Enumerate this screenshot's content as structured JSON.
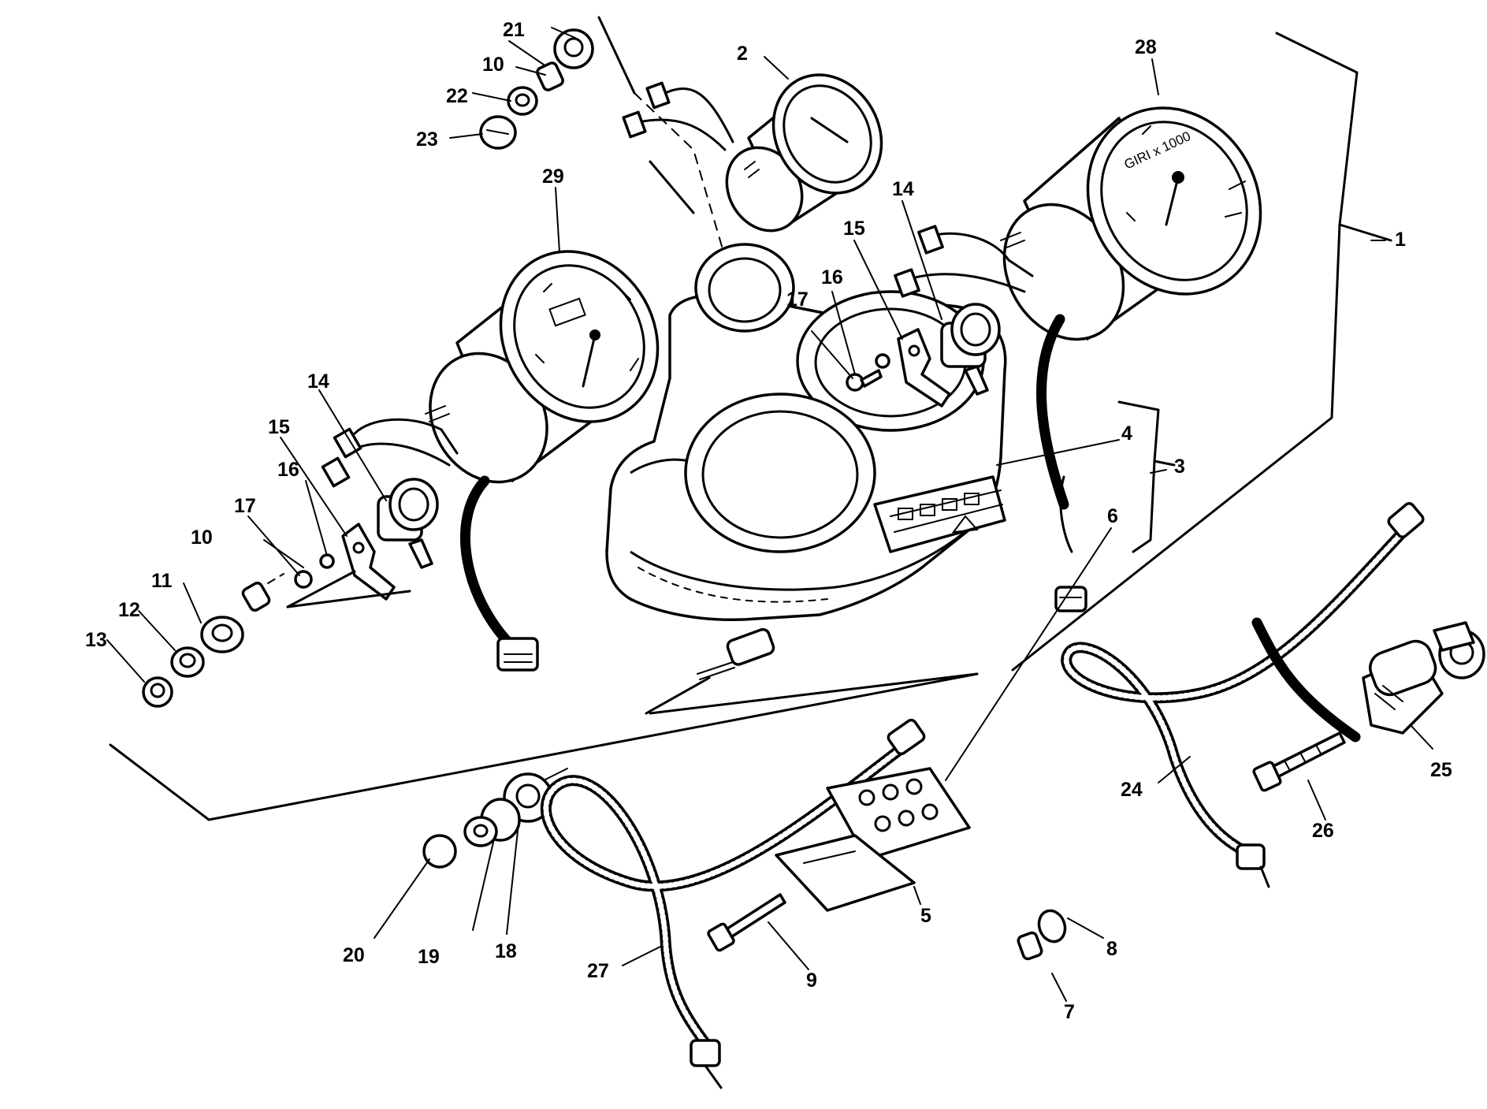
{
  "callouts": [
    {
      "id": "c1",
      "text": "1"
    },
    {
      "id": "c2",
      "text": "2"
    },
    {
      "id": "c3",
      "text": "3"
    },
    {
      "id": "c4",
      "text": "4"
    },
    {
      "id": "c5",
      "text": "5"
    },
    {
      "id": "c6",
      "text": "6"
    },
    {
      "id": "c7",
      "text": "7"
    },
    {
      "id": "c8",
      "text": "8"
    },
    {
      "id": "c9",
      "text": "9"
    },
    {
      "id": "c10a",
      "text": "10"
    },
    {
      "id": "c10b",
      "text": "10"
    },
    {
      "id": "c11",
      "text": "11"
    },
    {
      "id": "c12",
      "text": "12"
    },
    {
      "id": "c13",
      "text": "13"
    },
    {
      "id": "c14a",
      "text": "14"
    },
    {
      "id": "c14b",
      "text": "14"
    },
    {
      "id": "c15a",
      "text": "15"
    },
    {
      "id": "c15b",
      "text": "15"
    },
    {
      "id": "c16a",
      "text": "16"
    },
    {
      "id": "c16b",
      "text": "16"
    },
    {
      "id": "c17a",
      "text": "17"
    },
    {
      "id": "c17b",
      "text": "17"
    },
    {
      "id": "c18",
      "text": "18"
    },
    {
      "id": "c19",
      "text": "19"
    },
    {
      "id": "c20",
      "text": "20"
    },
    {
      "id": "c21",
      "text": "21"
    },
    {
      "id": "c22",
      "text": "22"
    },
    {
      "id": "c23",
      "text": "23"
    },
    {
      "id": "c24",
      "text": "24"
    },
    {
      "id": "c25",
      "text": "25"
    },
    {
      "id": "c26",
      "text": "26"
    },
    {
      "id": "c27",
      "text": "27"
    },
    {
      "id": "c28",
      "text": "28"
    },
    {
      "id": "c29",
      "text": "29"
    }
  ],
  "tachometer_dial": {
    "text": "GIRI x 1000"
  }
}
